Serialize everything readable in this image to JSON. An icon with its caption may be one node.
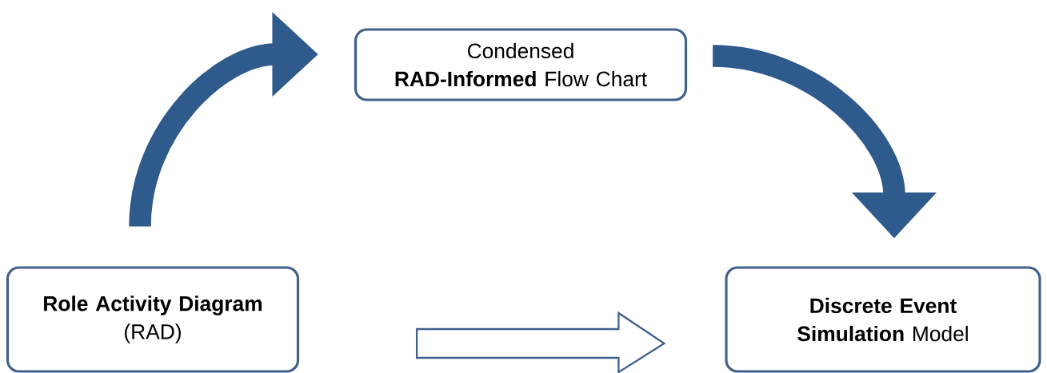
{
  "diagram": {
    "nodes": [
      {
        "text": [
          "Condensed **RAD-Informed** Flow Chart"
        ]
      },
      {
        "text": [
          "Role Activity Diagram",
          "(RAD)"
        ]
      },
      {
        "text": [
          "**Discrete Event Simulation** Model"
        ]
      }
    ],
    "edges": [
      {
        "from": 1,
        "to": 0,
        "arrow": "to"
      },
      {
        "from": 0,
        "to": 2,
        "arrow": "to"
      },
      {
        "from": 1,
        "to": 2,
        "arrow": "to"
      }
    ]
  }
}
